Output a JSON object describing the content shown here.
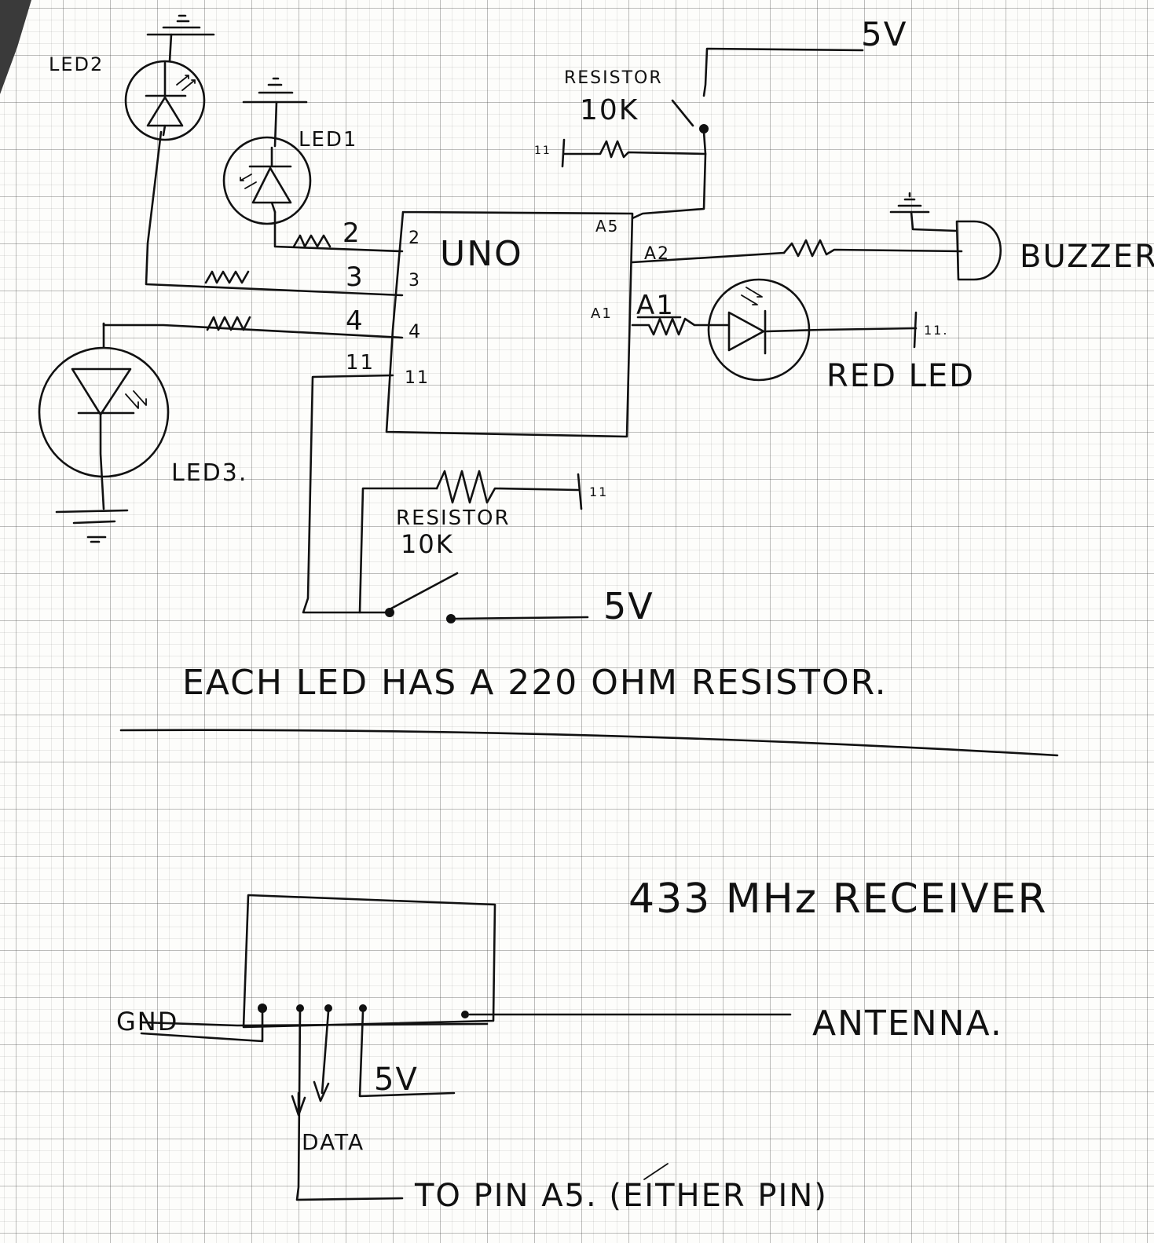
{
  "labels": {
    "led2": "LED2",
    "led1": "LED1",
    "led3": "LED3.",
    "uno": "UNO",
    "resistor_top": "RESISTOR",
    "resistor_top_value": "10K",
    "five_v_top": "5V",
    "pin_a5": "A5",
    "pin_a2": "A2",
    "pin_a1_inner": "A1",
    "pin_a1_outer": "A1",
    "pin_2_inner": "2",
    "pin_2_outer": "2",
    "pin_3_inner": "3",
    "pin_3_outer": "3",
    "pin_4_inner": "4",
    "pin_4_outer": "4",
    "pin_11_inner": "11",
    "pin_11_outer": "11",
    "buzzer": "BUZZER",
    "red_led": "RED LED",
    "resistor_bottom": "RESISTOR",
    "resistor_bottom_value": "10K",
    "five_v_switch": "5V",
    "note": "EACH LED HAS A 220 OHM RESISTOR.",
    "receiver_title": "433 MHz RECEIVER",
    "gnd": "GND",
    "antenna": "ANTENNA.",
    "five_v_receiver": "5V",
    "data": "DATA",
    "to_pin": "TO PIN A5. (EITHER PIN)"
  }
}
